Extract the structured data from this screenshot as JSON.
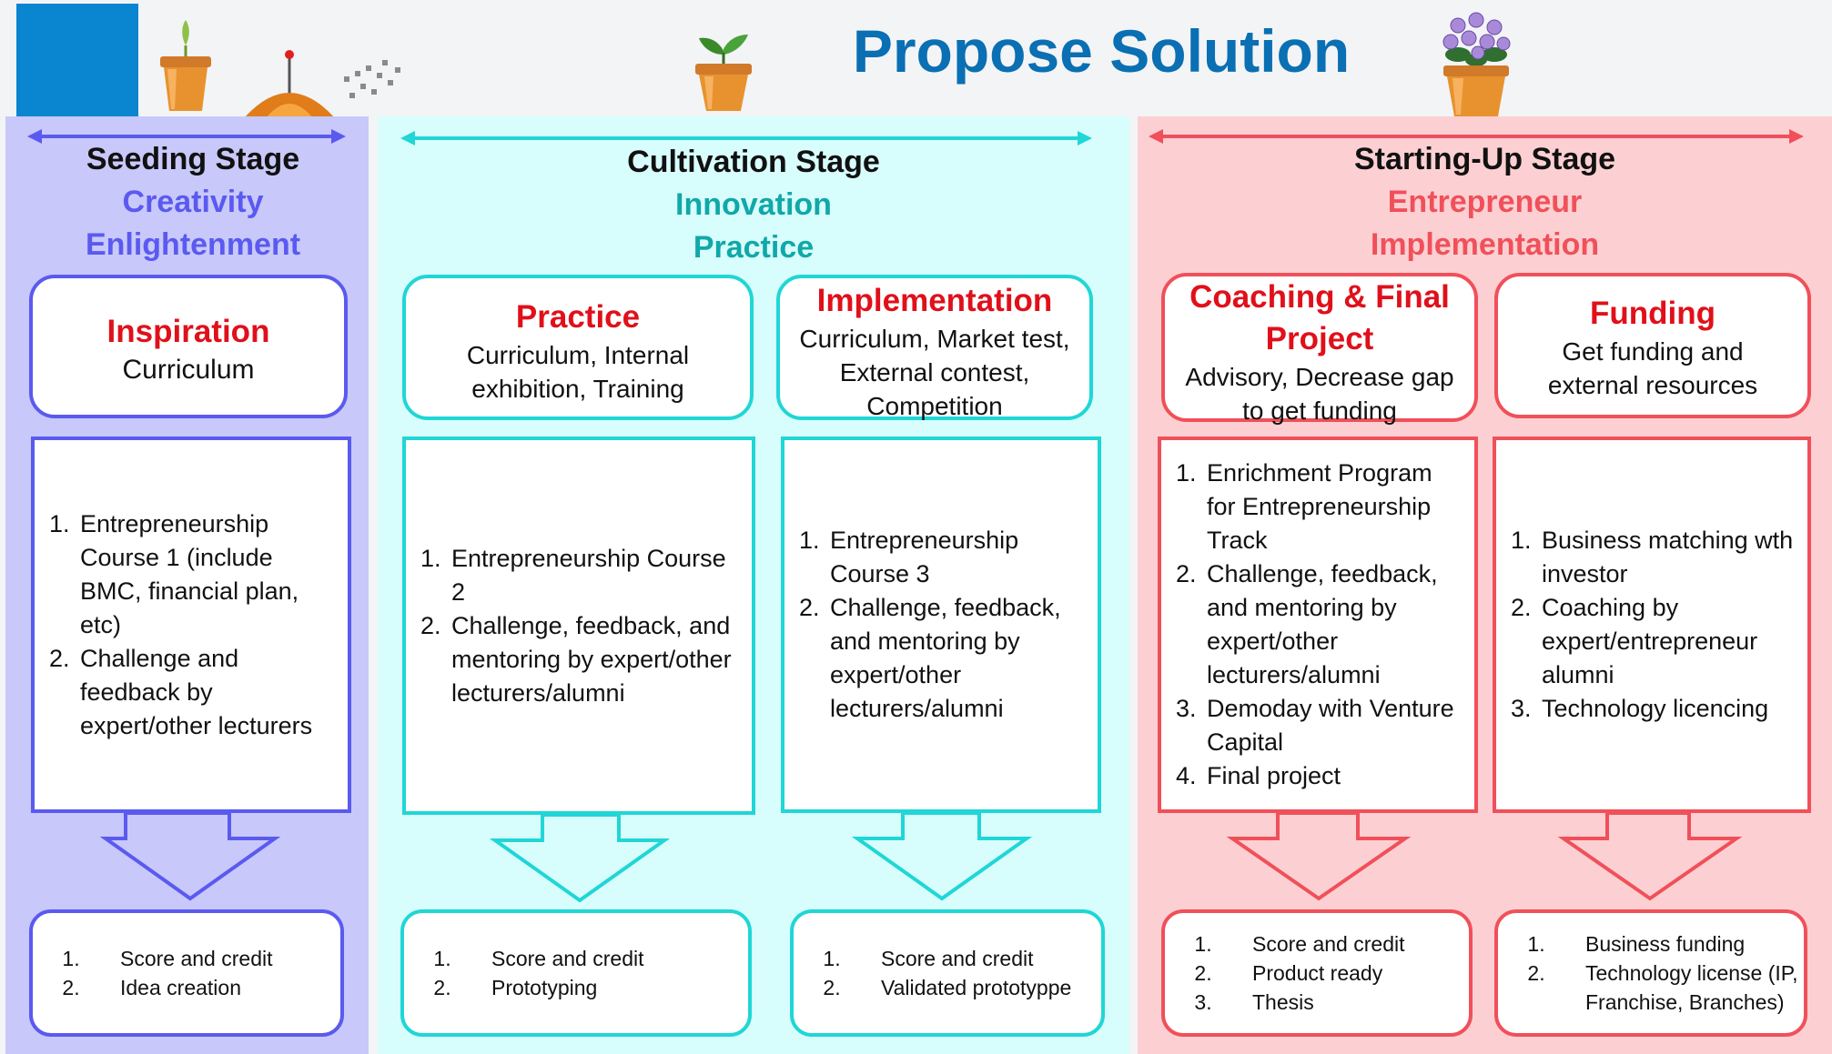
{
  "title": "Propose Solution",
  "colors": {
    "title": "#0a6fb3",
    "seed_accent": "#5a5af0",
    "cult_accent": "#20d6d6",
    "start_accent": "#f0505a",
    "red_heading": "#e0101a"
  },
  "icons": [
    "seedling-pot-icon",
    "satellite-dish-icon",
    "sprout-pot-icon",
    "flower-pot-icon"
  ],
  "stages": {
    "seeding": {
      "name": "Seeding Stage",
      "sub1": "Creativity",
      "sub2": "Enlightenment",
      "cards": [
        {
          "heading": "Inspiration",
          "desc": "Curriculum",
          "activities": [
            "Entrepreneurship Course 1 (include BMC, financial plan, etc)",
            "Challenge and feedback by expert/other lecturers"
          ],
          "results": [
            "Score and credit",
            "Idea creation"
          ]
        }
      ]
    },
    "cultivation": {
      "name": "Cultivation Stage",
      "sub1": "Innovation",
      "sub2": "Practice",
      "cards": [
        {
          "heading": "Practice",
          "desc": "Curriculum, Internal exhibition, Training",
          "activities": [
            "Entrepreneurship Course 2",
            "Challenge, feedback, and mentoring by expert/other lecturers/alumni"
          ],
          "results": [
            "Score and credit",
            "Prototyping"
          ]
        },
        {
          "heading": "Implementation",
          "desc": "Curriculum, Market test, External contest, Competition",
          "activities": [
            "Entrepreneurship Course 3",
            "Challenge, feedback, and mentoring by expert/other lecturers/alumni"
          ],
          "results": [
            "Score and credit",
            "Validated prototyppe"
          ]
        }
      ]
    },
    "startup": {
      "name": "Starting-Up Stage",
      "sub1": "Entrepreneur",
      "sub2": "Implementation",
      "cards": [
        {
          "heading": "Coaching & Final Project",
          "desc": "Advisory, Decrease gap to get funding",
          "activities": [
            "Enrichment  Program for  Entrepreneurship Track",
            "Challenge, feedback, and mentoring by expert/other lecturers/alumni",
            "Demoday with Venture Capital",
            "Final project"
          ],
          "results": [
            "Score and credit",
            "Product ready",
            "Thesis"
          ]
        },
        {
          "heading": "Funding",
          "desc": "Get funding and external resources",
          "activities": [
            "Business matching wth investor",
            "Coaching by expert/entrepreneur alumni",
            "Technology licencing"
          ],
          "results": [
            "Business funding",
            "Technology license (IP, Franchise, Branches)"
          ]
        }
      ]
    }
  }
}
